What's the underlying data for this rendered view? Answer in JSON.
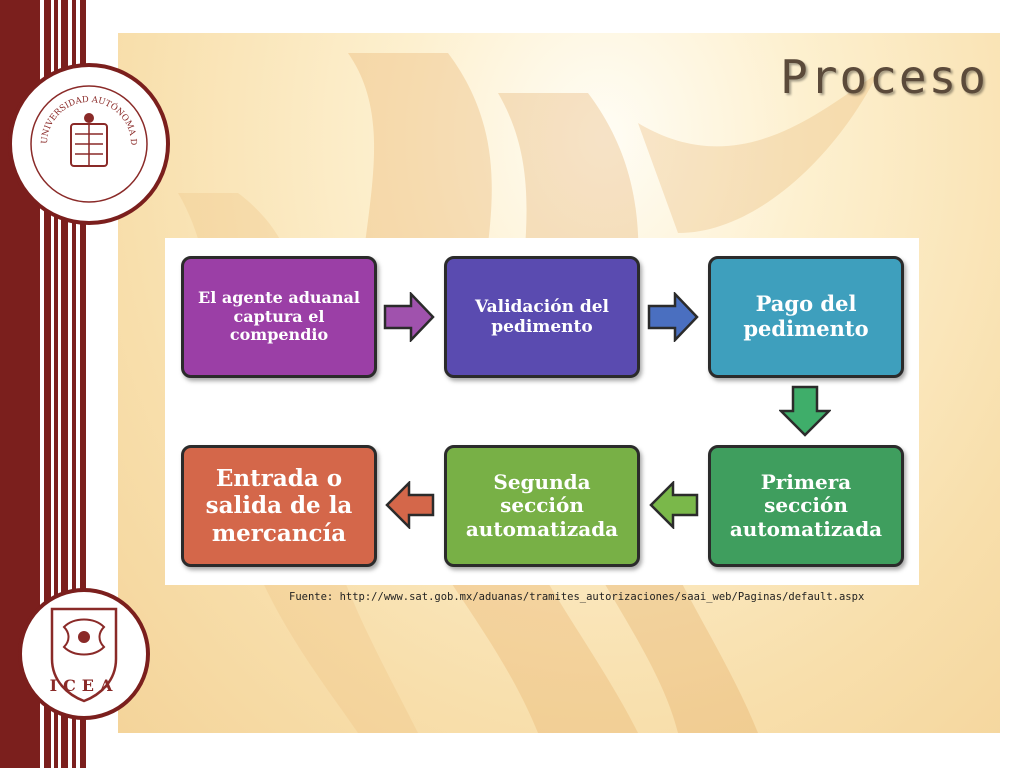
{
  "slide": {
    "title": "Proceso",
    "source": "Fuente: http://www.sat.gob.mx/aduanas/tramites_autorizaciones/saai_web/Paginas/default.aspx"
  },
  "seals": {
    "top_text": "UNIVERSIDAD AUTÓNOMA DEL ESTADO DE HIDALGO",
    "bottom_text": "ICEA"
  },
  "diagram": {
    "steps": [
      {
        "label": "El agente  aduanal\ncaptura el\ncompendio",
        "color": "#9b3fa6"
      },
      {
        "label": "Validación del\npedimento",
        "color": "#5a4bb0"
      },
      {
        "label": "Pago del\npedimento",
        "color": "#3e9fbd"
      },
      {
        "label": "Primera\nsección\nautomatizada",
        "color": "#3f9e5e"
      },
      {
        "label": "Segunda\nsección\nautomatizada",
        "color": "#78b046"
      },
      {
        "label": "Entrada o\nsalida de la\nmercancía",
        "color": "#d4674a"
      }
    ],
    "arrow_colors": [
      "#a052ad",
      "#4a6fc0",
      "#3fae6a",
      "#7ab84a",
      "#d4674a"
    ]
  }
}
